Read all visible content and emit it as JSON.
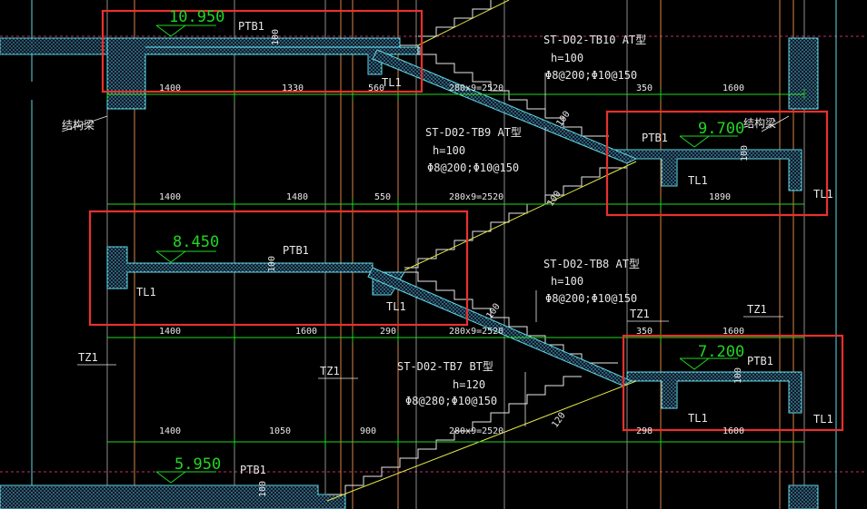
{
  "level_labels": {
    "l1": "10.950",
    "l2": "9.700",
    "l3": "8.450",
    "l4": "7.200",
    "l5": "5.950"
  },
  "texts": {
    "ptb1": "PTB1",
    "tl1": "TL1",
    "tz1": "TZ1",
    "jiegou": "结构梁",
    "h100": "100",
    "h120": "120",
    "tb10": "ST-D02-TB10 AT型",
    "tb9": "ST-D02-TB9 AT型",
    "tb8": "ST-D02-TB8 AT型",
    "tb7": "ST-D02-TB7 BT型",
    "h_100": "h=100",
    "h_120": "h=120",
    "rebar1": "Φ8@200;Φ10@150",
    "rebar2": "Φ8@280;Φ10@150",
    "stair": "280x9=2520",
    "d1400": "1400",
    "d1330": "1330",
    "d560": "560",
    "d350": "350",
    "d1600": "1600",
    "d1480": "1480",
    "d550": "550",
    "d1890": "1890",
    "d290": "290",
    "d1050": "1050",
    "d900": "900",
    "d298": "298",
    "d1600b": "1600"
  }
}
